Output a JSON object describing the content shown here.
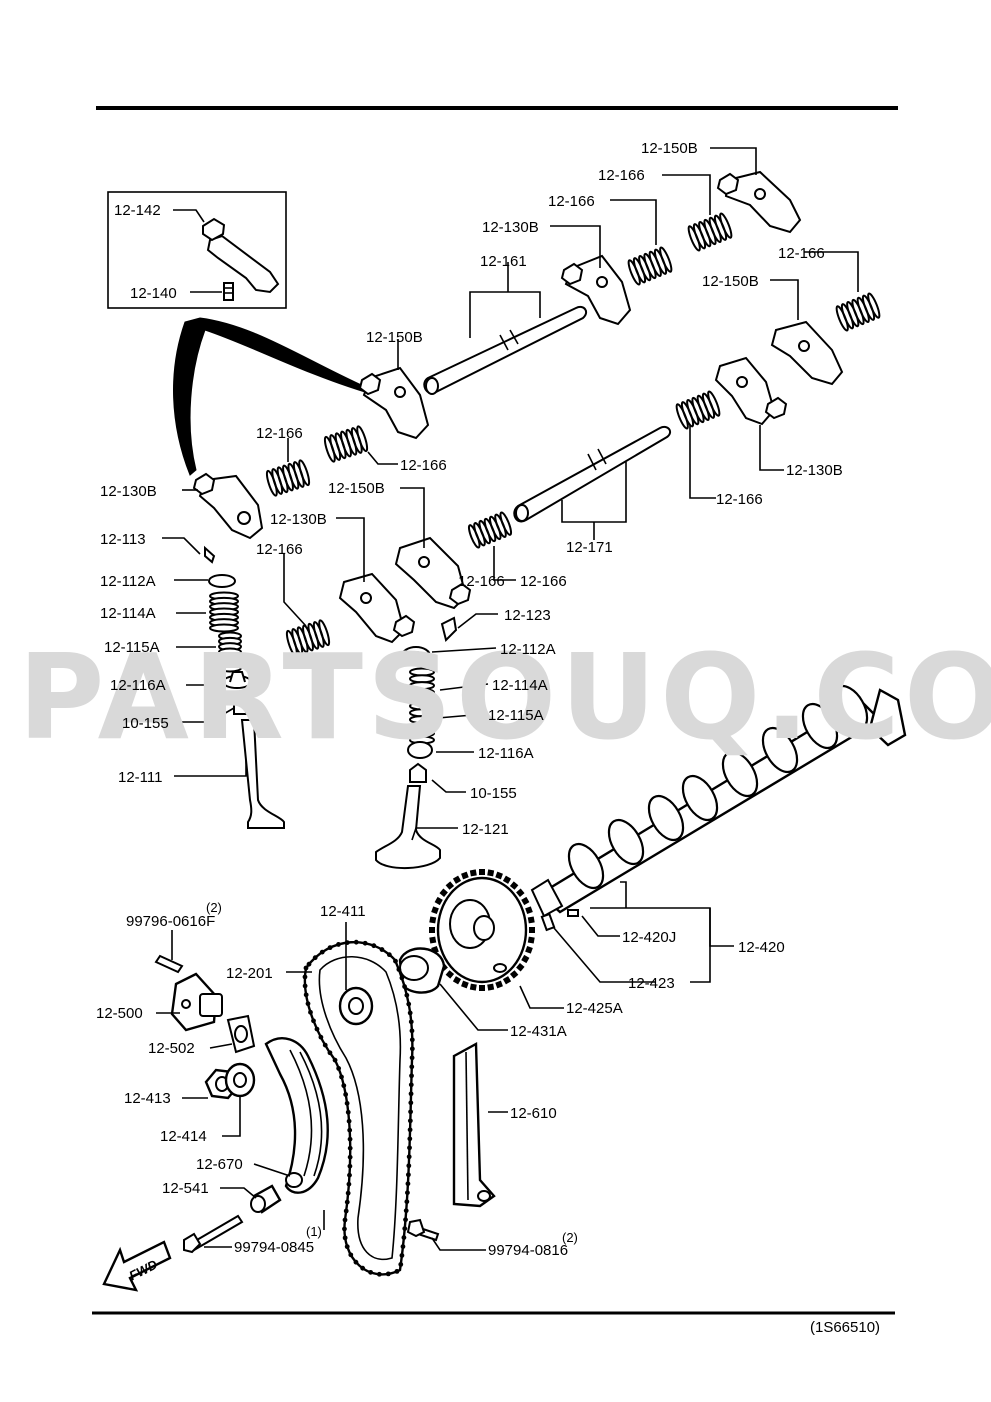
{
  "watermark": "PARTSOUQ.COM",
  "figure_code": "(1S66510)",
  "fwd_label": "FWD",
  "callouts": [
    {
      "id": "c01",
      "text": "12-142"
    },
    {
      "id": "c02",
      "text": "12-140"
    },
    {
      "id": "c03",
      "text": "12-150B"
    },
    {
      "id": "c04",
      "text": "12-166"
    },
    {
      "id": "c05",
      "text": "12-166"
    },
    {
      "id": "c06",
      "text": "12-130B"
    },
    {
      "id": "c07",
      "text": "12-161"
    },
    {
      "id": "c08",
      "text": "12-150B"
    },
    {
      "id": "c09",
      "text": "12-166"
    },
    {
      "id": "c10",
      "text": "12-150B"
    },
    {
      "id": "c11",
      "text": "12-166"
    },
    {
      "id": "c12",
      "text": "12-166"
    },
    {
      "id": "c13",
      "text": "12-166"
    },
    {
      "id": "c14",
      "text": "12-130B"
    },
    {
      "id": "c15",
      "text": "12-150B"
    },
    {
      "id": "c16",
      "text": "12-130B"
    },
    {
      "id": "c17",
      "text": "12-166"
    },
    {
      "id": "c18",
      "text": "12-113"
    },
    {
      "id": "c19",
      "text": "12-112A"
    },
    {
      "id": "c20",
      "text": "12-114A"
    },
    {
      "id": "c21",
      "text": "12-115A"
    },
    {
      "id": "c22",
      "text": "12-116A"
    },
    {
      "id": "c23",
      "text": "10-155"
    },
    {
      "id": "c24",
      "text": "12-111"
    },
    {
      "id": "c25",
      "text": "12-166"
    },
    {
      "id": "c26",
      "text": "12-171"
    },
    {
      "id": "c27",
      "text": "12-166"
    },
    {
      "id": "c28",
      "text": "12-130B"
    },
    {
      "id": "c29",
      "text": "12-123"
    },
    {
      "id": "c30",
      "text": "12-112A"
    },
    {
      "id": "c31",
      "text": "12-114A"
    },
    {
      "id": "c32",
      "text": "12-115A"
    },
    {
      "id": "c33",
      "text": "12-116A"
    },
    {
      "id": "c34",
      "text": "10-155"
    },
    {
      "id": "c35",
      "text": "12-121"
    },
    {
      "id": "c36",
      "text": "99796-0616F"
    },
    {
      "id": "c37",
      "text": "12-411"
    },
    {
      "id": "c38",
      "text": "12-201"
    },
    {
      "id": "c39",
      "text": "12-500"
    },
    {
      "id": "c40",
      "text": "12-502"
    },
    {
      "id": "c41",
      "text": "12-413"
    },
    {
      "id": "c42",
      "text": "12-414"
    },
    {
      "id": "c43",
      "text": "12-670"
    },
    {
      "id": "c44",
      "text": "12-541"
    },
    {
      "id": "c45",
      "text": "99794-0845"
    },
    {
      "id": "c46",
      "text": "12-431A"
    },
    {
      "id": "c47",
      "text": "12-425A"
    },
    {
      "id": "c48",
      "text": "12-423"
    },
    {
      "id": "c49",
      "text": "12-420J"
    },
    {
      "id": "c50",
      "text": "12-420"
    },
    {
      "id": "c51",
      "text": "12-610"
    },
    {
      "id": "c52",
      "text": "99794-0816"
    }
  ],
  "quantities": [
    {
      "id": "q1",
      "text": "(2)"
    },
    {
      "id": "q2",
      "text": "(1)"
    },
    {
      "id": "q3",
      "text": "(2)"
    }
  ]
}
